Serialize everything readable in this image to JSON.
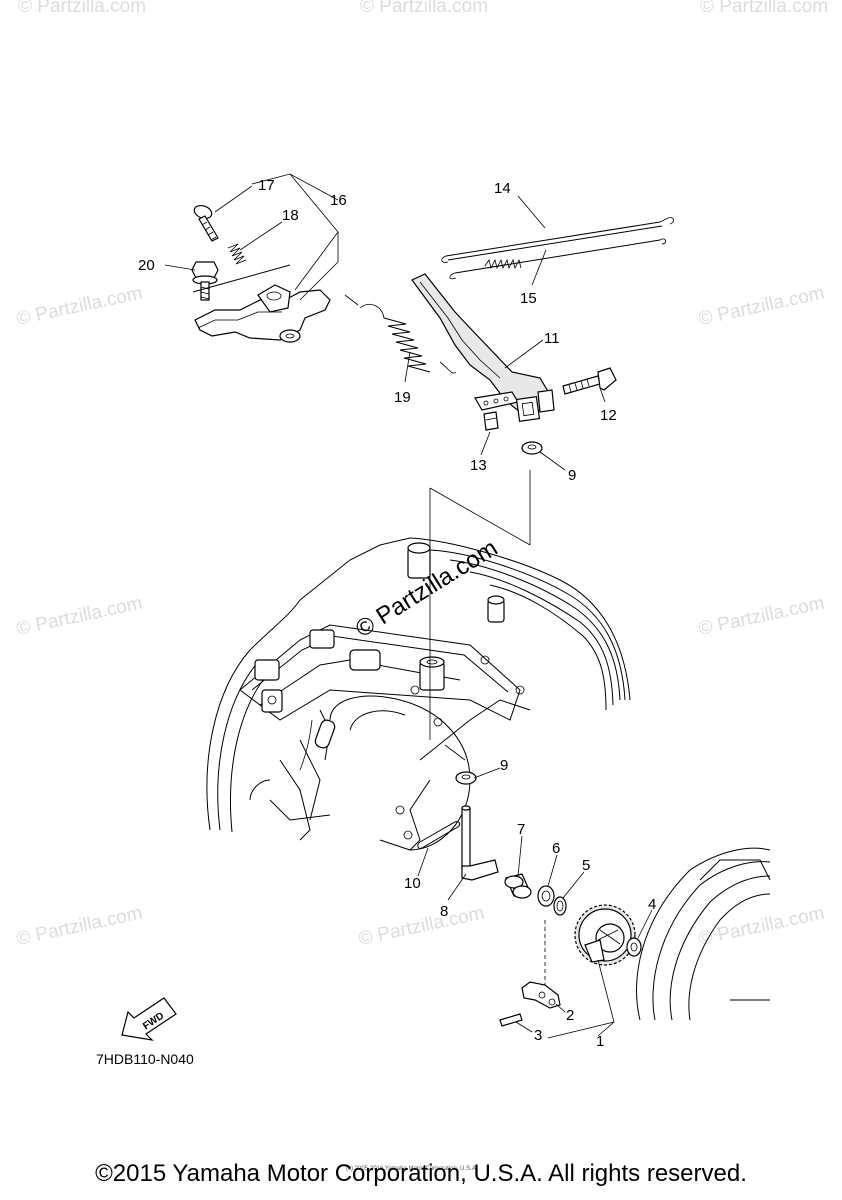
{
  "watermarks": {
    "small": "© Partzilla.com",
    "center": "© Partzilla.com"
  },
  "callouts": {
    "c1": "1",
    "c2": "2",
    "c3": "3",
    "c4": "4",
    "c5": "5",
    "c6": "6",
    "c7": "7",
    "c8": "8",
    "c9a": "9",
    "c9b": "9",
    "c10": "10",
    "c11": "11",
    "c12": "12",
    "c13": "13",
    "c14": "14",
    "c15": "15",
    "c16": "16",
    "c17": "17",
    "c18": "18",
    "c19": "19",
    "c20": "20"
  },
  "fwd_label": "FWD",
  "diagram_code": "7HDB110-N040",
  "fine_print": "(c) 2005-2016 Yamaha Motor Corporation, U.S.A.",
  "copyright": "©2015 Yamaha Motor Corporation, U.S.A. All rights reserved."
}
